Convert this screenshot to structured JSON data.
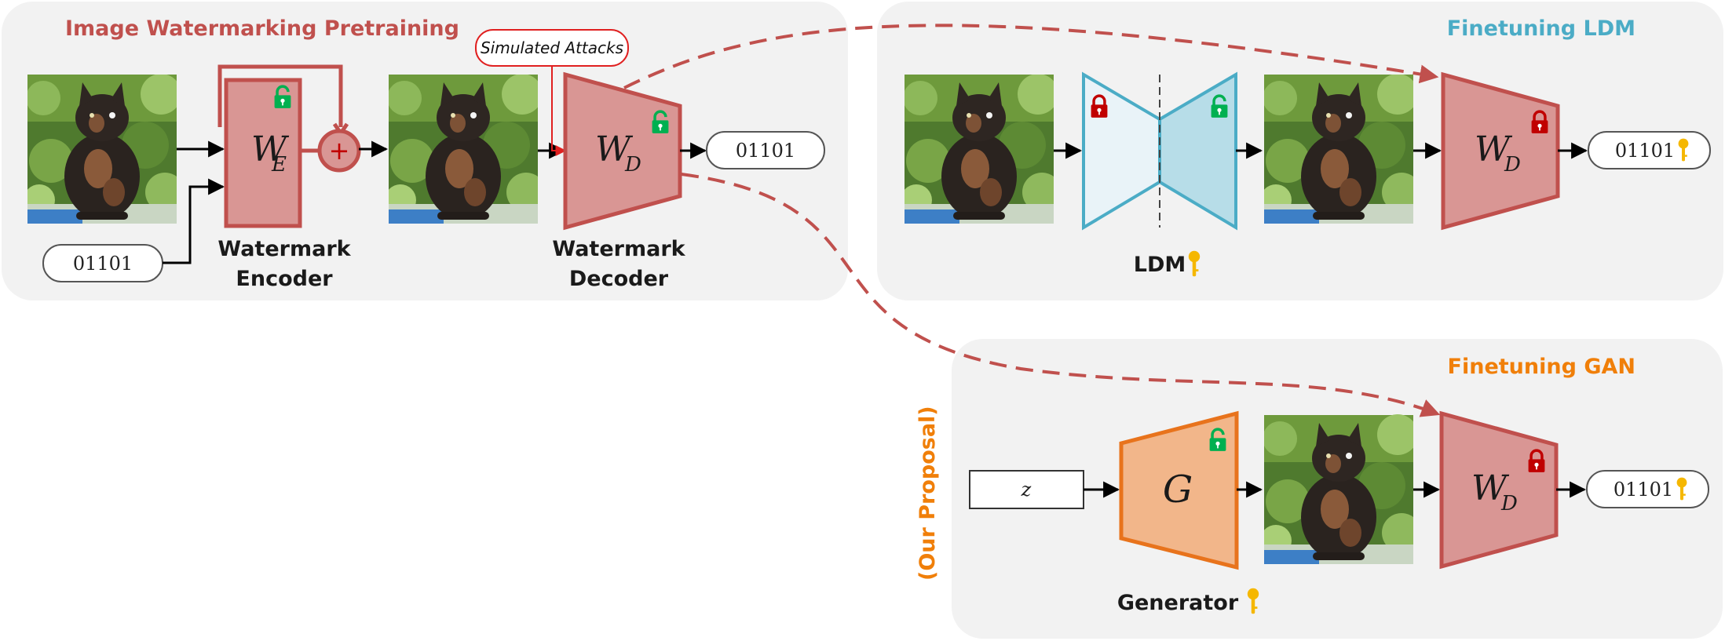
{
  "panels": {
    "pretraining": {
      "title": "Image Watermarking Pretraining",
      "color": "#c0504d"
    },
    "ldm": {
      "title": "Finetuning LDM",
      "color": "#4bacc6"
    },
    "gan": {
      "title": "Finetuning GAN",
      "color": "#f07f09",
      "proposal": "(Our Proposal)"
    }
  },
  "pretraining": {
    "message_bits": "01101",
    "encoder": {
      "symbol": "W",
      "subscript": "E",
      "label_line1": "Watermark",
      "label_line2": "Encoder"
    },
    "adder_symbol": "+",
    "attacks_label": "Simulated Attacks",
    "decoder": {
      "symbol": "W",
      "subscript": "D",
      "label_line1": "Watermark",
      "label_line2": "Decoder"
    },
    "output_bits": "01101"
  },
  "ldm": {
    "label": "LDM",
    "decoder": {
      "symbol": "W",
      "subscript": "D"
    },
    "output_bits": "01101"
  },
  "gan": {
    "input_symbol": "z",
    "generator": {
      "symbol": "G",
      "label": "Generator"
    },
    "decoder": {
      "symbol": "W",
      "subscript": "D"
    },
    "output_bits": "01101"
  },
  "icons": [
    "unlocked-lock-icon",
    "locked-lock-icon",
    "key-icon",
    "cat-photo"
  ],
  "colors": {
    "decoder_fill": "#d99694",
    "decoder_stroke": "#c0504d",
    "generator_fill": "#f2b68a",
    "generator_stroke": "#e8731c",
    "ldm_fill": "#b7dde8",
    "ldm_stroke": "#4bacc6",
    "lock_red": "#c00000",
    "lock_green": "#00b050",
    "key": "#f5b700"
  }
}
